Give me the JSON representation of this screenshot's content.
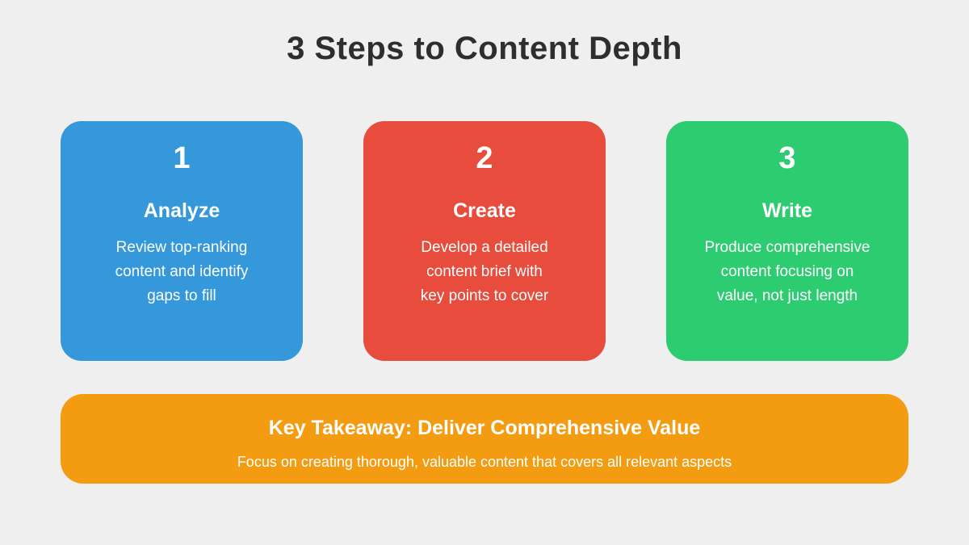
{
  "title": "3 Steps to Content Depth",
  "steps": [
    {
      "number": "1",
      "label": "Analyze",
      "description": "Review top-ranking\ncontent and identify\ngaps to fill",
      "color": "#3498db"
    },
    {
      "number": "2",
      "label": "Create",
      "description": "Develop a detailed\ncontent brief with\nkey points to cover",
      "color": "#e74c3c"
    },
    {
      "number": "3",
      "label": "Write",
      "description": "Produce comprehensive\ncontent focusing on\nvalue, not just length",
      "color": "#2ecc71"
    }
  ],
  "takeaway": {
    "title": "Key Takeaway: Deliver Comprehensive Value",
    "subtitle": "Focus on creating thorough, valuable content that covers all relevant aspects",
    "color": "#f39c12"
  },
  "colors": {
    "background": "#efefef",
    "title_text": "#2e2e2e",
    "card_text": "#ffffff"
  }
}
